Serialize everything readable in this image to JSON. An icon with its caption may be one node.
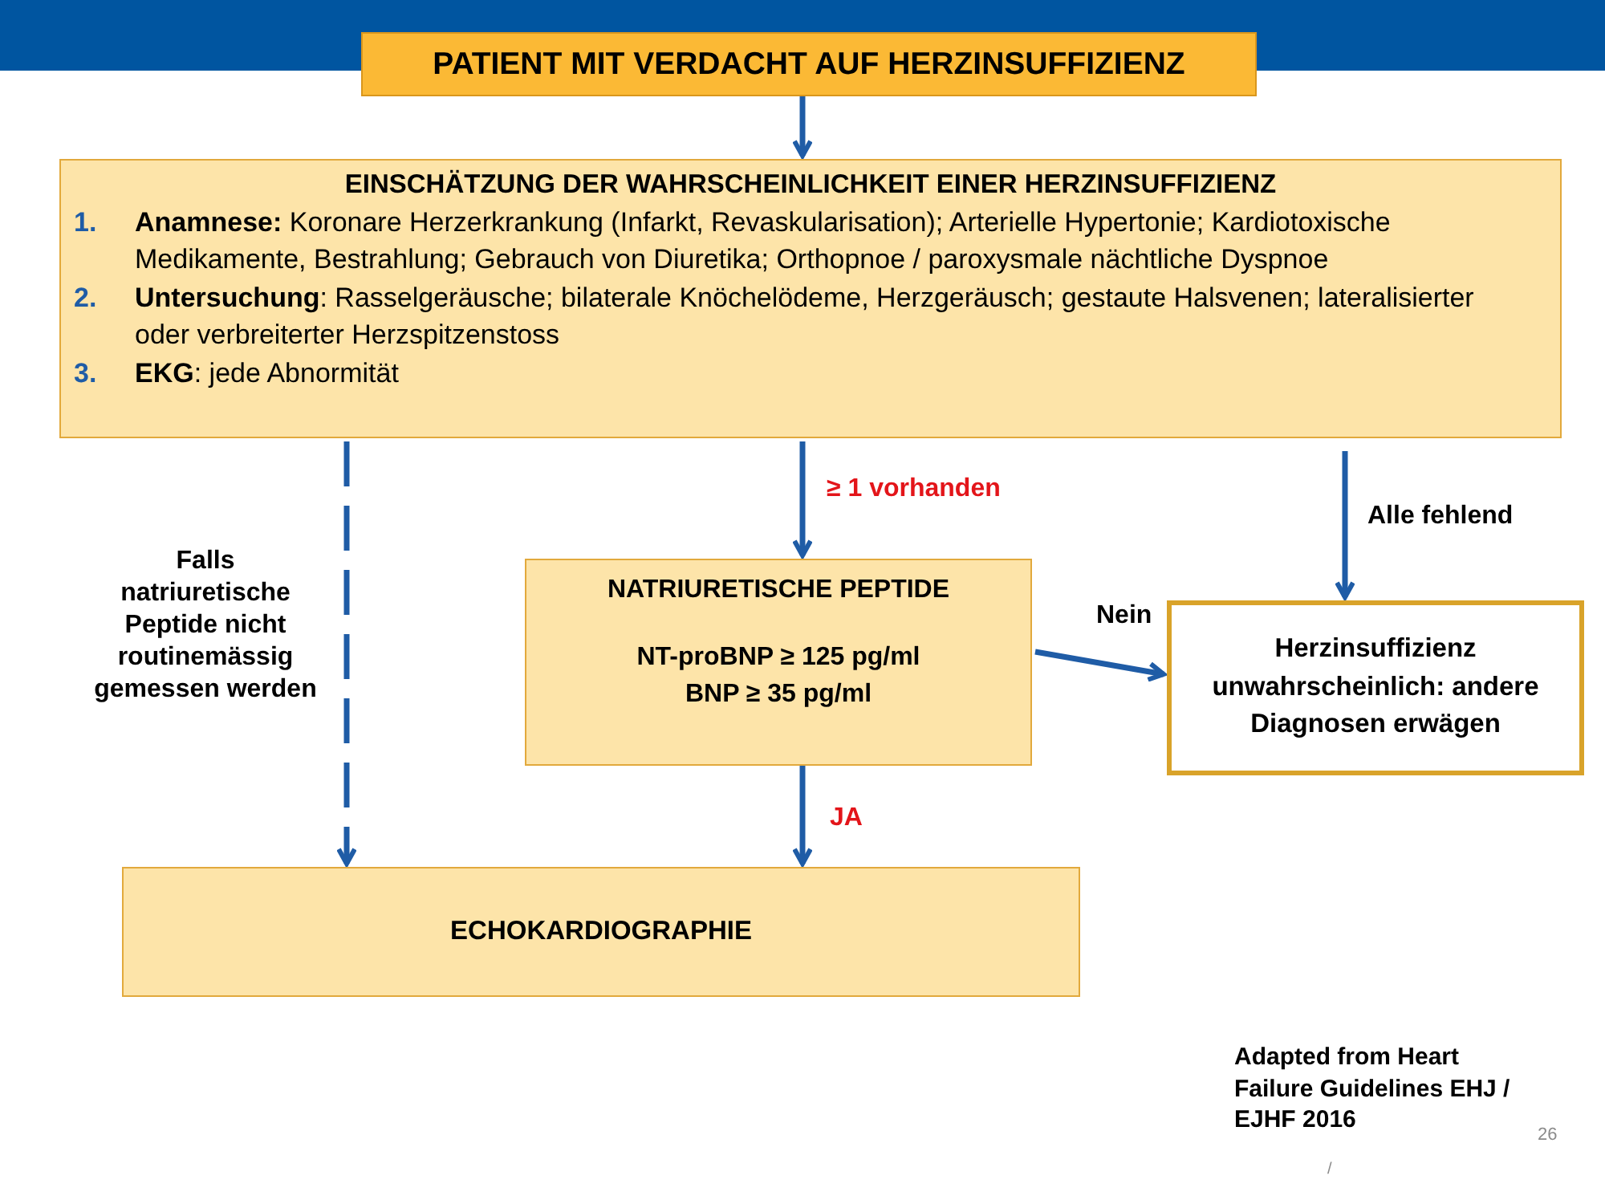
{
  "diagram": {
    "nodes": [
      {
        "text": [
          "PATIENT MIT VERDACHT AUF HERZINSUFFIZIENZ"
        ]
      },
      {
        "text": [
          "EINSCHÄTZUNG DER WAHRSCHEINLICHKEIT EINER HERZINSUFFIZIENZ",
          "1.",
          "**Anamnese:** Koronare Herzerkrankung (Infarkt, Revaskularisation); Arterielle Hypertonie; Kardiotoxische Medikamente, Bestrahlung; Gebrauch von Diuretika; Orthopnoe / paroxysmale nächtliche Dyspnoe",
          "2.",
          "**Untersuchung**: Rasselgeräusche; bilaterale Knöchelödeme, Herzgeräusch; gestaute Halsvenen; lateralisierter oder verbreiterter Herzspitzenstoss",
          "3.",
          "**EKG**: jede Abnormität"
        ]
      },
      {
        "text": [
          "NATRIURETISCHE PEPTIDE",
          "NT-proBNP ≥ 125 pg/ml",
          "BNP ≥ 35 pg/ml"
        ]
      },
      {
        "text": [
          "Herzinsuffizienz unwahrscheinlich: andere Diagnosen erwägen"
        ]
      },
      {
        "text": [
          "ECHOKARDIOGRAPHIE"
        ]
      }
    ],
    "edges": [
      {
        "from": 0,
        "to": 1,
        "arrow": "to"
      },
      {
        "from": 1,
        "to": 4,
        "arrow": "to",
        "style": "dashed",
        "label": "Falls natriuretische Peptide nicht routinemässig gemessen werden"
      },
      {
        "from": 1,
        "to": 2,
        "arrow": "to",
        "label": "≥ 1 vorhanden"
      },
      {
        "from": 1,
        "to": 3,
        "arrow": "to",
        "label": "Alle fehlend"
      },
      {
        "from": 2,
        "to": 3,
        "arrow": "to",
        "label": "Nein"
      },
      {
        "from": 2,
        "to": 4,
        "arrow": "to",
        "label": "JA"
      }
    ],
    "labels": [
      "Adapted from Heart Failure Guidelines EHJ / EJHF 2016",
      "26",
      "/"
    ]
  }
}
